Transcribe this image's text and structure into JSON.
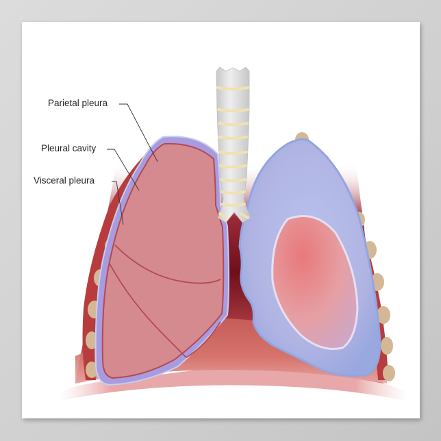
{
  "diagram": {
    "subject": "Pleural anatomy of the lungs",
    "labels": [
      {
        "id": "parietal",
        "text": "Parietal pleura"
      },
      {
        "id": "cavity",
        "text": "Pleural cavity"
      },
      {
        "id": "visceral",
        "text": "Visceral pleura"
      }
    ],
    "structures": [
      "trachea",
      "bronchi",
      "right-lung",
      "left-lung-collapsed",
      "ribs",
      "intercostal-muscle",
      "diaphragm",
      "mediastinum"
    ]
  },
  "colors": {
    "poster_bg": "#ffffff",
    "frame_bg": "#d4d4d4",
    "lung_tissue": "#d48a8e",
    "lung_outline": "#b24a52",
    "pleura_purple": "#a99be0",
    "pleura_blue": "#a7b4e6",
    "rib": "#d4b896",
    "intercostal": "#b83c3e",
    "mediastinum": "#7a1420",
    "diaphragm": "#d46e68",
    "trachea": "#dcdcdc",
    "cartilage_ring": "#f0e2b0"
  }
}
